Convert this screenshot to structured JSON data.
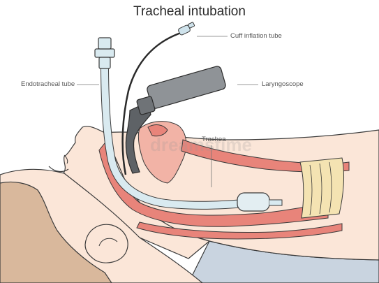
{
  "title": "Tracheal intubation",
  "labels": {
    "cuff_inflation_tube": "Cuff inflation tube",
    "endotracheal_tube": "Endotracheal tube",
    "laryngoscope": "Laryngoscope",
    "trachea": "Trachea"
  },
  "watermark": "dreamstime",
  "colors": {
    "skin": "#fbe6d8",
    "skin_shadow": "#f4d6c3",
    "outline": "#3a3a3a",
    "hair": "#d9b89c",
    "tissue": "#e8847a",
    "tissue_light": "#f2b3a6",
    "tube": "#d9eaf0",
    "cuff": "#e3eef2",
    "scope_handle": "#8f9397",
    "scope_blade": "#5e6266",
    "cartilage": "#f4e3b2",
    "shirt": "#c9d4e0"
  }
}
